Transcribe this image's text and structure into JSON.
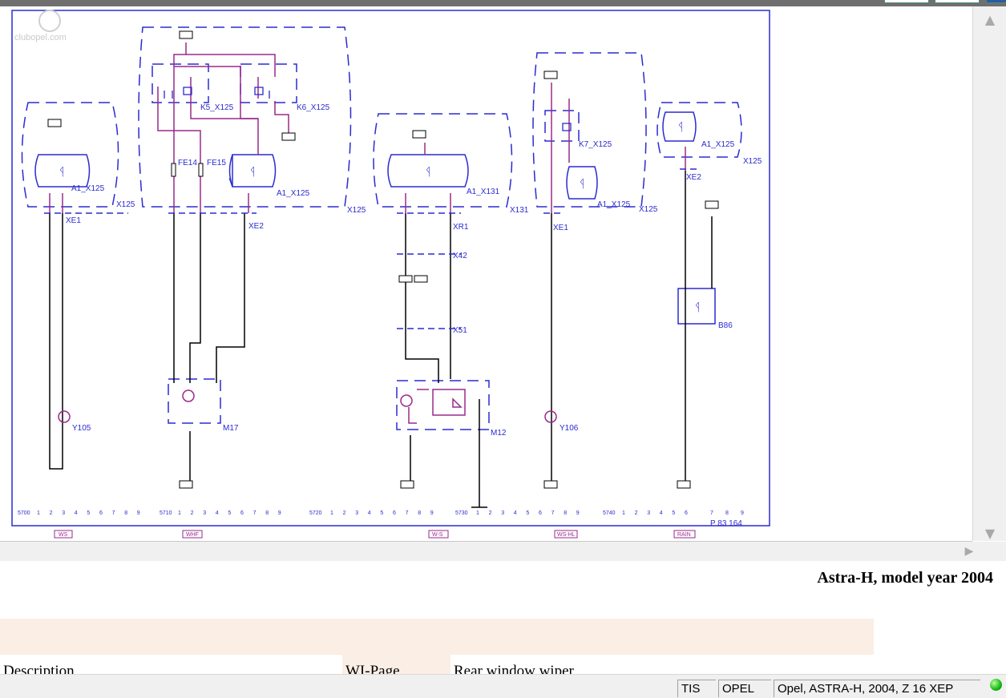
{
  "diagram": {
    "watermark": "clubopel.com",
    "reference": "P 83 164",
    "components": {
      "y105": "Y105",
      "m17": "M17",
      "m12": "M12",
      "y106": "Y106",
      "b86": "B86",
      "k5": "K5_X125",
      "k6": "K6_X125",
      "k7": "K7_X125",
      "a1_1": "A1_X125",
      "a1_2": "A1_X125",
      "a1_3": "A1_X131",
      "a1_4": "A1_X125",
      "a1_5": "A1_X125",
      "fe14": "FE14",
      "fe15": "FE15"
    },
    "connectors": {
      "x125_1": "X125",
      "x125_2": "X125",
      "x131": "X131",
      "x125_3": "X125",
      "x125_4": "X125",
      "xe1_1": "XE1",
      "xe2_1": "XE2",
      "xr1": "XR1",
      "x42": "X42",
      "x51": "X51",
      "xe1_2": "XE1",
      "xe2_2": "XE2"
    },
    "grid": {
      "labels": [
        "5700",
        "5710",
        "5720",
        "5730",
        "5740"
      ],
      "digits": [
        "1",
        "2",
        "3",
        "4",
        "5",
        "6",
        "7",
        "8",
        "9"
      ],
      "tail": [
        "7",
        "8",
        "9"
      ]
    },
    "sections": [
      "WS",
      "WHF",
      "W-S",
      "WS-HL",
      "RAIN"
    ]
  },
  "model_title": "Astra-H, model year 2004",
  "table": {
    "col1": "Description",
    "col2": "WI-Page",
    "col3": "Rear window wiper"
  },
  "status_bar": {
    "cells": [
      "TIS",
      "OPEL",
      "Opel, ASTRA-H, 2004, Z 16 XEP"
    ]
  },
  "colors": {
    "wire_blue": "#2b2bd0",
    "wire_purple": "#9a2a8c",
    "wire_black": "#000000",
    "table_bg": "#fbeee5",
    "status_ok": "#14b814"
  }
}
